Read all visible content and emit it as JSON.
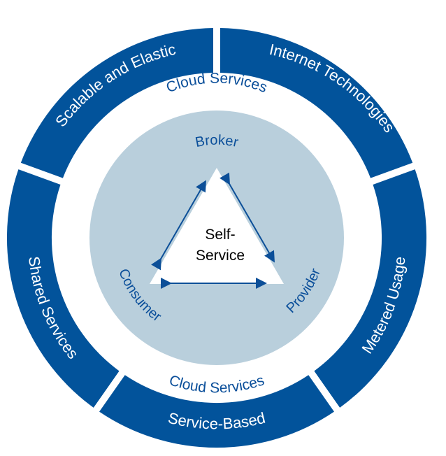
{
  "colors": {
    "ring": "#02539b",
    "inner_circle": "#b9cfdc",
    "text_blue": "#0b4f9a",
    "triangle": "#ffffff",
    "arrow": "#0c4f98"
  },
  "outer_ring": [
    {
      "label": "Internet Technologies"
    },
    {
      "label": "Metered Usage"
    },
    {
      "label": "Service-Based"
    },
    {
      "label": "Shared Services"
    },
    {
      "label": "Scalable and Elastic"
    }
  ],
  "cloud_labels": {
    "top": "Cloud Services",
    "bottom": "Cloud Services"
  },
  "roles": {
    "top": "Broker",
    "left": "Consumer",
    "right": "Provider"
  },
  "center": {
    "line1": "Self-",
    "line2": "Service"
  }
}
